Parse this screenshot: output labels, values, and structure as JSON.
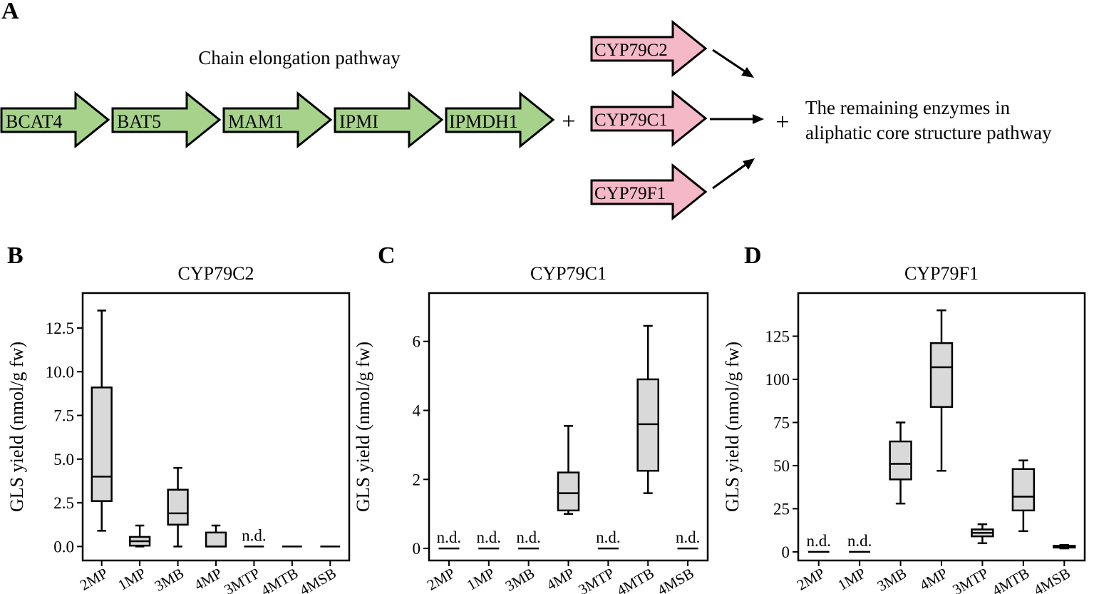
{
  "panel_labels": {
    "a": "A",
    "b": "B",
    "c": "C",
    "d": "D"
  },
  "pathway": {
    "chain_title": "Chain elongation pathway",
    "green_genes": [
      "BCAT4",
      "BAT5",
      "MAM1",
      "IPMI",
      "IPMDH1"
    ],
    "pink_genes": [
      "CYP79C2",
      "CYP79C1",
      "CYP79F1"
    ],
    "plus": "+",
    "remaining_line1": "The remaining enzymes in",
    "remaining_line2": "aliphatic core structure pathway",
    "colors": {
      "green": "#a6d28c",
      "pink": "#f4b8c7",
      "box": "#d9d9d9"
    }
  },
  "chart_data": [
    {
      "type": "box",
      "title": "CYP79C2",
      "ylabel": "GLS yield (nmol/g fw)",
      "categories": [
        "2MP",
        "1MP",
        "3MB",
        "4MP",
        "3MTP",
        "4MTB",
        "4MSB"
      ],
      "ylim": [
        -0.8,
        14.5
      ],
      "yticks": [
        "0.0",
        "2.5",
        "5.0",
        "7.5",
        "10.0",
        "12.5"
      ],
      "boxes": [
        {
          "cat": "2MP",
          "min": 0.9,
          "q1": 2.6,
          "median": 4.0,
          "q3": 9.1,
          "max": 13.5
        },
        {
          "cat": "1MP",
          "min": 0.0,
          "q1": 0.05,
          "median": 0.3,
          "q3": 0.55,
          "max": 1.2
        },
        {
          "cat": "3MB",
          "min": 0.0,
          "q1": 1.25,
          "median": 1.9,
          "q3": 3.25,
          "max": 4.5
        },
        {
          "cat": "4MP",
          "min": 0.0,
          "q1": 0.0,
          "median": 0.0,
          "q3": 0.8,
          "max": 1.2
        },
        {
          "cat": "3MTP",
          "min": 0,
          "q1": 0,
          "median": 0,
          "q3": 0,
          "max": 0,
          "nd": true
        },
        {
          "cat": "4MTB",
          "min": 0,
          "q1": 0,
          "median": 0,
          "q3": 0,
          "max": 0
        },
        {
          "cat": "4MSB",
          "min": 0,
          "q1": 0,
          "median": 0,
          "q3": 0,
          "max": 0
        }
      ],
      "nd_label": "n.d."
    },
    {
      "type": "box",
      "title": "CYP79C1",
      "ylabel": "GLS yield (nmol/g fw)",
      "categories": [
        "2MP",
        "1MP",
        "3MB",
        "4MP",
        "3MTP",
        "4MTB",
        "4MSB"
      ],
      "ylim": [
        -0.35,
        7.4
      ],
      "yticks": [
        "0",
        "2",
        "4",
        "6"
      ],
      "boxes": [
        {
          "cat": "2MP",
          "min": 0,
          "q1": 0,
          "median": 0,
          "q3": 0,
          "max": 0,
          "nd": true
        },
        {
          "cat": "1MP",
          "min": 0,
          "q1": 0,
          "median": 0,
          "q3": 0,
          "max": 0,
          "nd": true
        },
        {
          "cat": "3MB",
          "min": 0,
          "q1": 0,
          "median": 0,
          "q3": 0,
          "max": 0,
          "nd": true
        },
        {
          "cat": "4MP",
          "min": 1.0,
          "q1": 1.1,
          "median": 1.6,
          "q3": 2.2,
          "max": 3.55
        },
        {
          "cat": "3MTP",
          "min": 0,
          "q1": 0,
          "median": 0,
          "q3": 0,
          "max": 0,
          "nd": true
        },
        {
          "cat": "4MTB",
          "min": 1.6,
          "q1": 2.25,
          "median": 3.6,
          "q3": 4.9,
          "max": 6.45
        },
        {
          "cat": "4MSB",
          "min": 0,
          "q1": 0,
          "median": 0,
          "q3": 0,
          "max": 0,
          "nd": true
        }
      ],
      "nd_label": "n.d."
    },
    {
      "type": "box",
      "title": "CYP79F1",
      "ylabel": "GLS yield (nmol/g fw)",
      "categories": [
        "2MP",
        "1MP",
        "3MB",
        "4MP",
        "3MTP",
        "4MTB",
        "4MSB"
      ],
      "ylim": [
        -5,
        150
      ],
      "yticks": [
        "0",
        "25",
        "50",
        "75",
        "100",
        "125"
      ],
      "boxes": [
        {
          "cat": "2MP",
          "min": 0,
          "q1": 0,
          "median": 0,
          "q3": 0,
          "max": 0,
          "nd": true
        },
        {
          "cat": "1MP",
          "min": 0,
          "q1": 0,
          "median": 0,
          "q3": 0,
          "max": 0,
          "nd": true
        },
        {
          "cat": "3MB",
          "min": 28,
          "q1": 42,
          "median": 51,
          "q3": 64,
          "max": 75
        },
        {
          "cat": "4MP",
          "min": 47,
          "q1": 84,
          "median": 107,
          "q3": 121,
          "max": 140
        },
        {
          "cat": "3MTP",
          "min": 5,
          "q1": 9,
          "median": 11,
          "q3": 13,
          "max": 16
        },
        {
          "cat": "4MTB",
          "min": 12,
          "q1": 24,
          "median": 32,
          "q3": 48,
          "max": 53
        },
        {
          "cat": "4MSB",
          "min": 2,
          "q1": 2.5,
          "median": 3,
          "q3": 3.5,
          "max": 4
        }
      ],
      "nd_label": "n.d."
    }
  ]
}
